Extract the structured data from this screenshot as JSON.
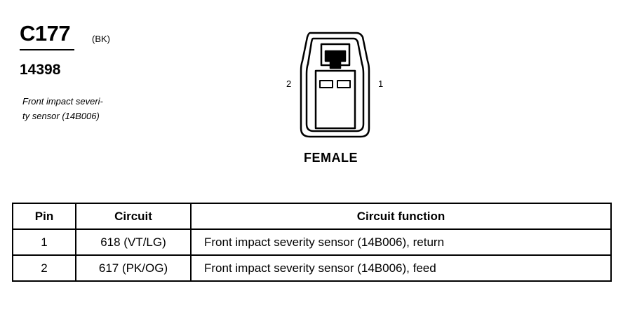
{
  "connector": {
    "id": "C177",
    "color": "(BK)",
    "part_number": "14398",
    "description": "Front impact severi-\nty sensor (14B006)"
  },
  "diagram": {
    "pin_left": "2",
    "pin_right": "1",
    "view": "FEMALE"
  },
  "table": {
    "headers": [
      "Pin",
      "Circuit",
      "Circuit function"
    ],
    "rows": [
      {
        "pin": "1",
        "circuit": "618 (VT/LG)",
        "function": "Front impact severity sensor (14B006), return"
      },
      {
        "pin": "2",
        "circuit": "617 (PK/OG)",
        "function": "Front impact severity sensor (14B006), feed"
      }
    ]
  }
}
